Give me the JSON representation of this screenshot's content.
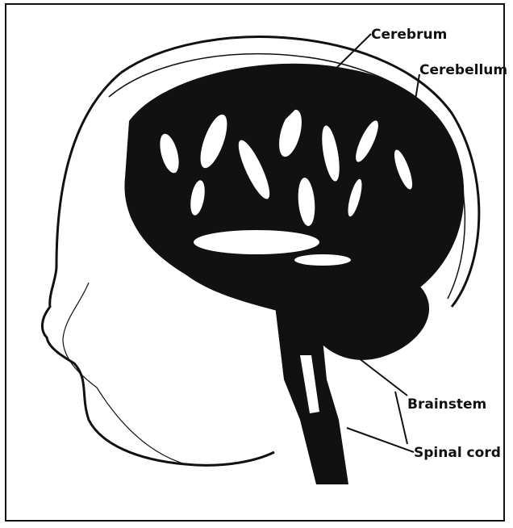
{
  "labels": {
    "cerebrum": "Cerebrum",
    "cerebellum": "Cerebellum",
    "brainstem": "Brainstem",
    "spinal_cord": "Spinal cord"
  },
  "colors": {
    "ink": "#111111",
    "background": "#ffffff"
  }
}
